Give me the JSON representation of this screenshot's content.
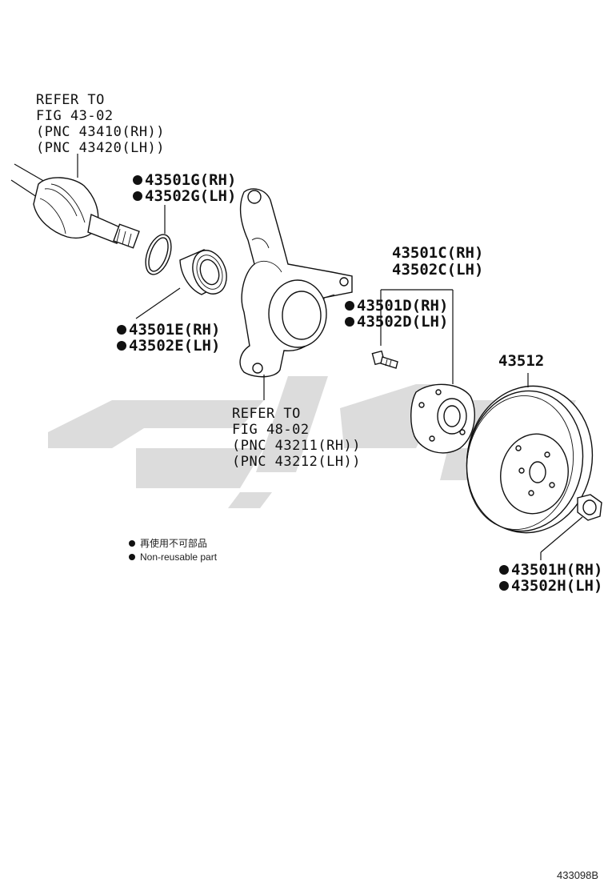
{
  "refer_driveshaft": {
    "line1": "REFER TO",
    "line2": "FIG 43-02",
    "line3": "(PNC 43410(RH))",
    "line4": "(PNC 43420(LH))"
  },
  "snap_ring": {
    "rh": "43501G(RH)",
    "lh": "43502G(LH)"
  },
  "bearing": {
    "rh": "43501E(RH)",
    "lh": "43502E(LH)"
  },
  "refer_knuckle": {
    "line1": "REFER TO",
    "line2": "FIG 48-02",
    "line3": "(PNC 43211(RH))",
    "line4": "(PNC 43212(LH))"
  },
  "hub": {
    "rh": "43501C(RH)",
    "lh": "43502C(LH)"
  },
  "hub_bolt": {
    "rh": "43501D(RH)",
    "lh": "43502D(LH)"
  },
  "disc": {
    "pnc": "43512"
  },
  "nut": {
    "rh": "43501H(RH)",
    "lh": "43502H(LH)"
  },
  "legend": {
    "cn": "再使用不可部品",
    "en": "Non-reusable part"
  },
  "illustration_code": "433098B",
  "colors": {
    "ink": "#111111",
    "watermark": "#d9d9d9"
  }
}
